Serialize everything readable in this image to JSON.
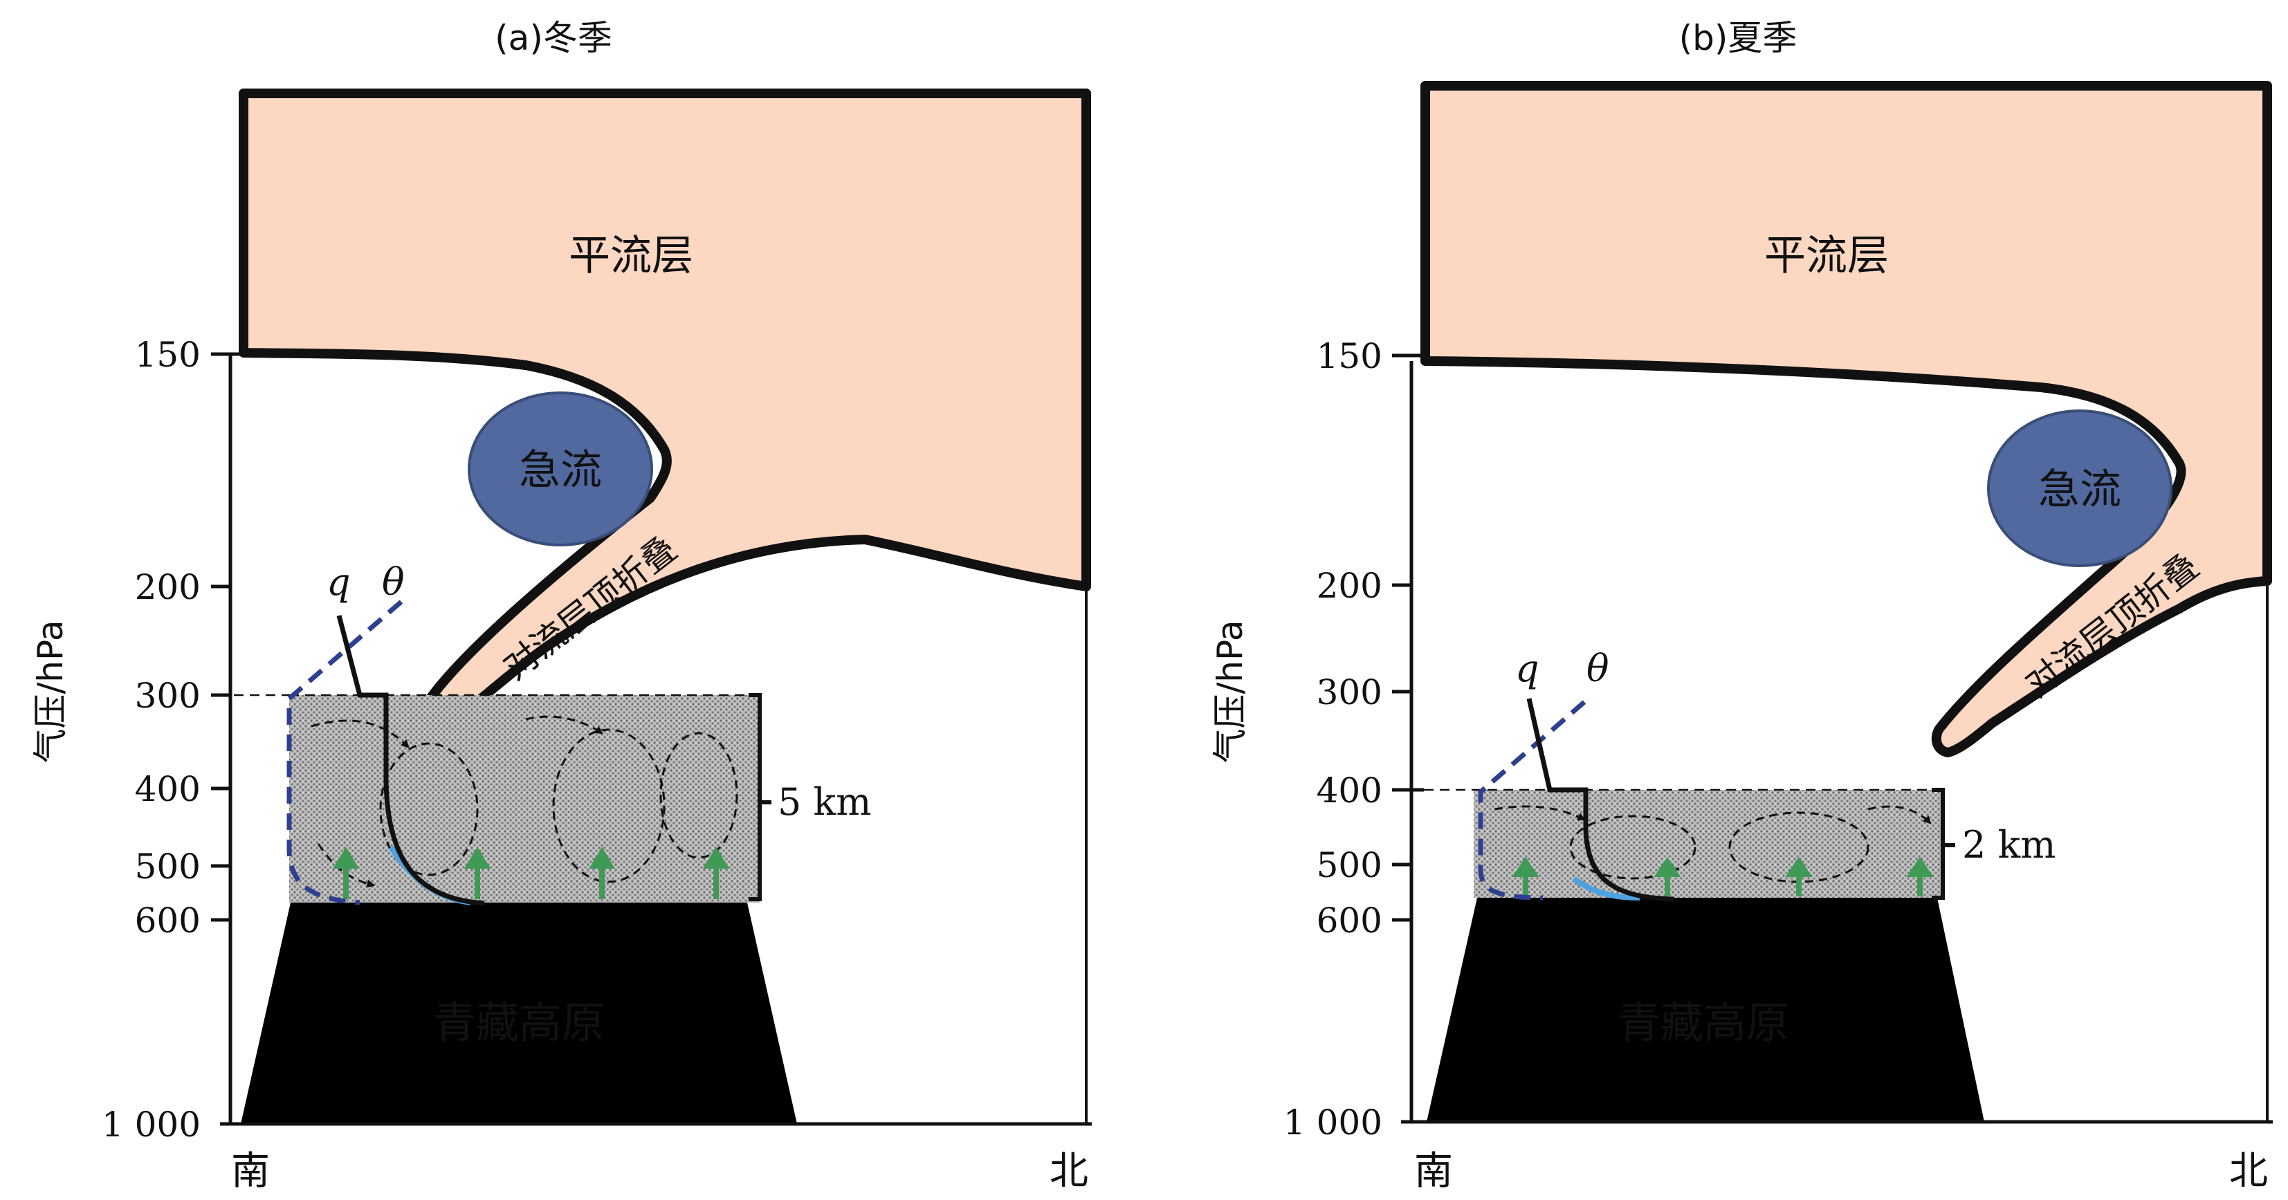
{
  "colors": {
    "stratosphere": "#FCD7C1",
    "jet": "#51699F",
    "fold_text": "#E02B2B",
    "plateau": "#000000",
    "theta_line": "#2E3F8F",
    "moisture_line": "#000000",
    "updraft_arrow": "#3E9A55",
    "boundary_layer": "#9A9A9A"
  },
  "labels": {
    "y_axis": "气压/hPa",
    "south": "南",
    "north": "北",
    "q": "q",
    "theta": "θ",
    "stratosphere": "平流层",
    "jet": "急流",
    "fold": "对流层顶折叠",
    "plateau": "青藏高原"
  },
  "panels": [
    {
      "title": "(a)冬季",
      "season": "winter",
      "pressure_ticks": [
        "150",
        "200",
        "300",
        "400",
        "500",
        "600",
        "1 000"
      ],
      "boundary_layer_top": "300",
      "boundary_layer_depth": "5 km"
    },
    {
      "title": "(b)夏季",
      "season": "summer",
      "pressure_ticks": [
        "150",
        "200",
        "300",
        "400",
        "500",
        "600",
        "1 000"
      ],
      "boundary_layer_top": "400",
      "boundary_layer_depth": "2 km"
    }
  ]
}
